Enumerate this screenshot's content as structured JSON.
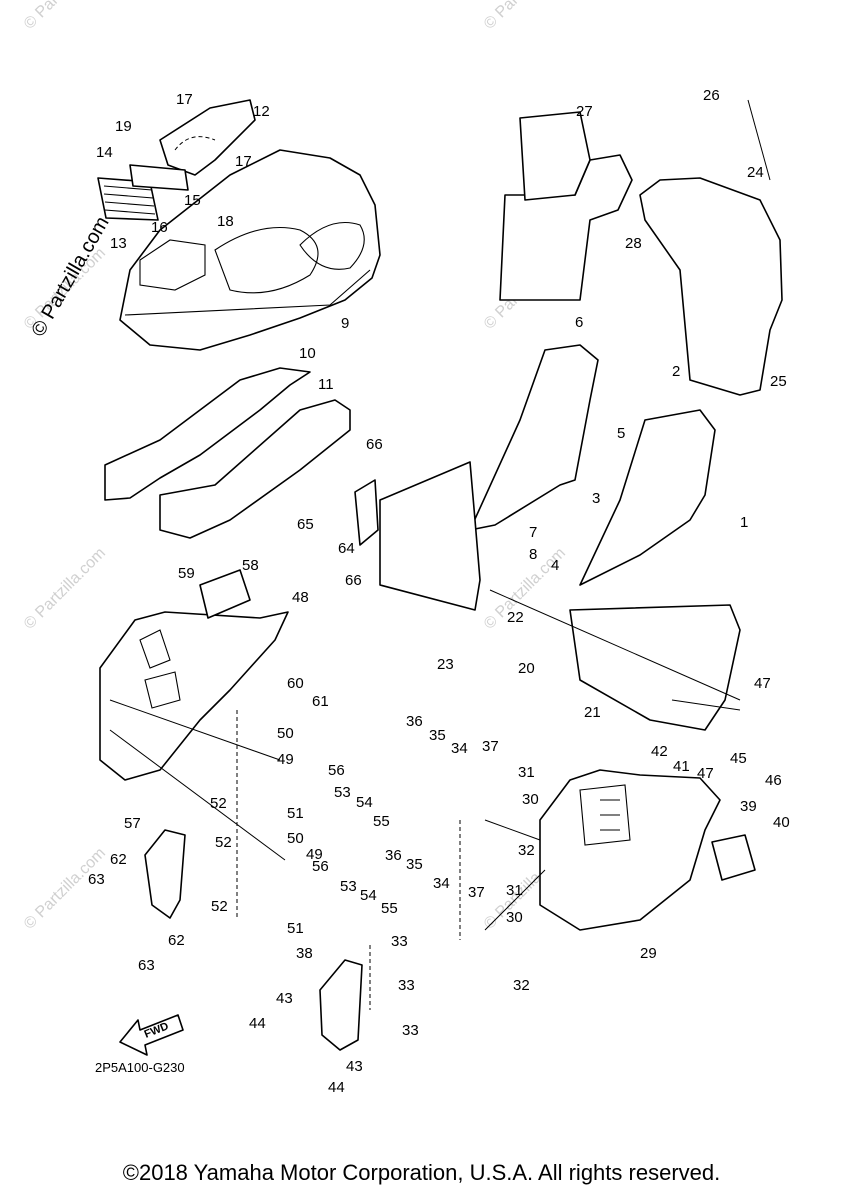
{
  "watermark": {
    "main": "© Partzilla.com",
    "faint": [
      "© Partzilla.com",
      "© Partzilla.com",
      "© Partzilla.com",
      "© Partzilla.com",
      "© Partzilla.com",
      "© Partzilla.com",
      "© Partzilla.com",
      "© Partzilla.com"
    ]
  },
  "diagram_code": "2P5A100-G230",
  "fwd_label": "FWD",
  "copyright": "©2018 Yamaha Motor Corporation, U.S.A. All rights reserved.",
  "callouts": [
    "17",
    "12",
    "19",
    "14",
    "17",
    "15",
    "16",
    "13",
    "18",
    "9",
    "10",
    "11",
    "27",
    "28",
    "26",
    "24",
    "25",
    "6",
    "2",
    "5",
    "3",
    "1",
    "7",
    "8",
    "4",
    "66",
    "65",
    "64",
    "66",
    "22",
    "23",
    "59",
    "58",
    "48",
    "20",
    "47",
    "21",
    "60",
    "61",
    "50",
    "49",
    "56",
    "53",
    "54",
    "55",
    "51",
    "36",
    "35",
    "34",
    "37",
    "31",
    "30",
    "32",
    "42",
    "41",
    "47",
    "45",
    "46",
    "39",
    "40",
    "52",
    "52",
    "52",
    "57",
    "62",
    "63",
    "62",
    "63",
    "50",
    "49",
    "56",
    "53",
    "54",
    "55",
    "51",
    "36",
    "35",
    "34",
    "37",
    "31",
    "30",
    "32",
    "29",
    "33",
    "38",
    "33",
    "43",
    "44",
    "33",
    "43",
    "44"
  ]
}
